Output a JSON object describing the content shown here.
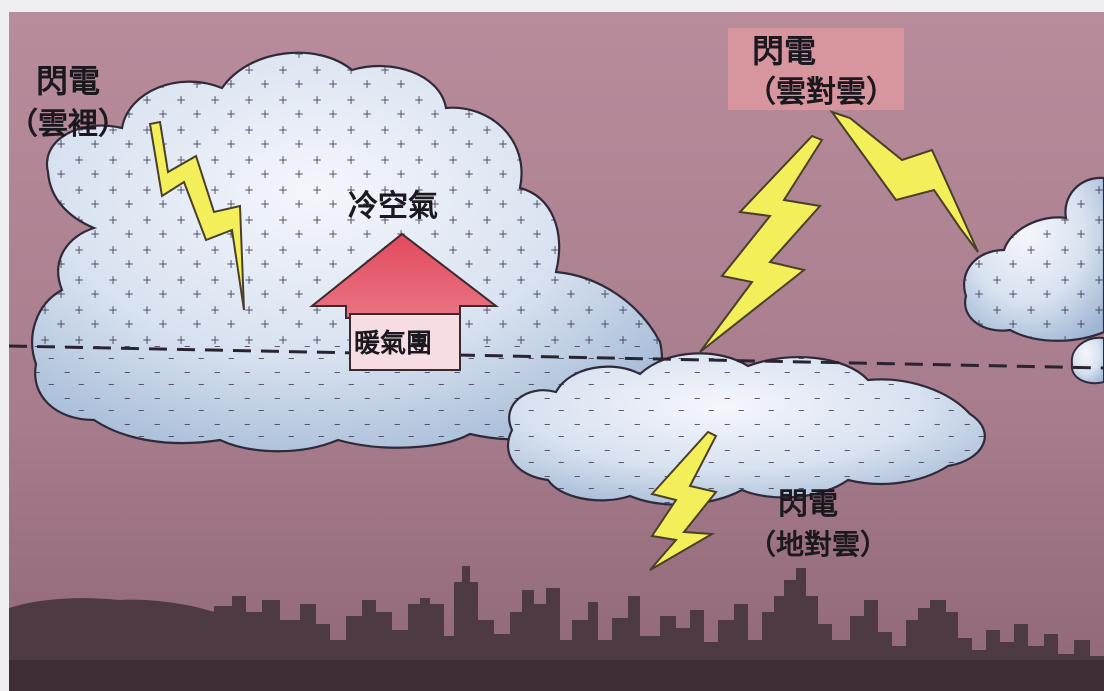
{
  "labels": {
    "intra_cloud": {
      "title": "閃電",
      "subtitle": "（雲裡）"
    },
    "cloud_to_cloud": {
      "title": "閃電",
      "subtitle": "（雲對雲）"
    },
    "cloud_to_ground": {
      "title": "閃電",
      "subtitle": "（地對雲）"
    },
    "cold_air": "冷空氣",
    "warm_air": "暖氣團"
  },
  "colors": {
    "sky": "#b08494",
    "sky_dark": "#9a7080",
    "cloud_fill": "#dfe6f2",
    "cloud_shadow": "#a8bdd8",
    "lightning": "#f3ef5a",
    "arrow": "#e2586a",
    "arrow_base": "#f6dde2",
    "city": "#4e3a45",
    "label_box": "#d7969e",
    "page_frame": "#efeef0"
  }
}
